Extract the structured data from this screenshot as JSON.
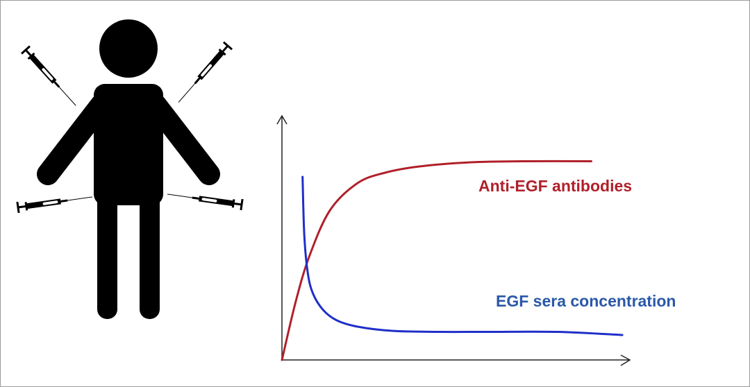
{
  "figure": {
    "labels": {
      "antibodies": "Anti-EGF antibodies",
      "egf": "EGF sera concentration"
    },
    "colors": {
      "antibodies": "#b0202a",
      "egf": "#2a58a8",
      "egf_line": "#1f2fc8",
      "figure": "#000000"
    },
    "icons": [
      "person-icon",
      "syringe-icon"
    ]
  },
  "chart_data": {
    "type": "line",
    "title": "",
    "xlabel": "",
    "ylabel": "",
    "xlim": [
      0,
      100
    ],
    "ylim": [
      0,
      100
    ],
    "grid": false,
    "series": [
      {
        "name": "Anti-EGF antibodies",
        "x": [
          0,
          4,
          8,
          14,
          22,
          30,
          40,
          55,
          70,
          90
        ],
        "y": [
          0,
          28,
          50,
          72,
          85,
          90,
          93,
          95,
          95.5,
          95.5
        ]
      },
      {
        "name": "EGF sera concentration",
        "x": [
          6,
          6.5,
          7.5,
          9,
          12,
          16,
          22,
          32,
          45,
          60,
          80,
          99
        ],
        "y": [
          88,
          60,
          42,
          32,
          24,
          19,
          16,
          14,
          13.5,
          13.5,
          13.5,
          12
        ]
      }
    ]
  }
}
